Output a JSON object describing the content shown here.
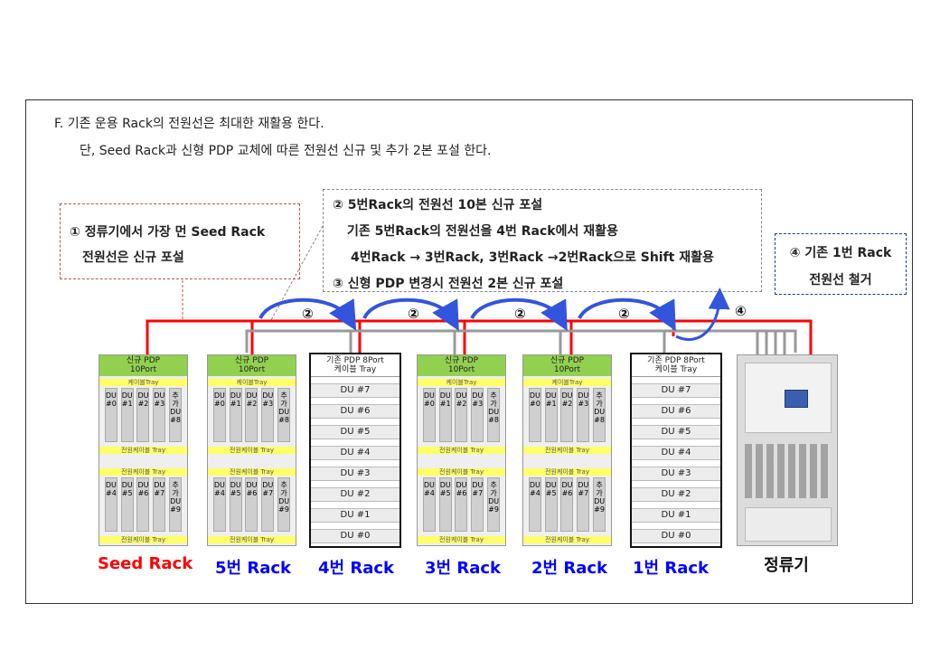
{
  "intro": {
    "line1": "F. 기존 운용 Rack의 전원선은 최대한 재활용 한다.",
    "line2": "단, Seed Rack과  신형 PDP 교체에 따른 전원선 신규 및 추가 2본 포설 한다."
  },
  "notes": {
    "n1_line1": "① 정류기에서 가장 먼 Seed Rack",
    "n1_line2": "전원선은 신규 포설",
    "n2_line1": "② 5번Rack의  전원선 10본 신규 포설",
    "n2_line2": "기존 5번Rack의 전원선을 4번 Rack에서 재활용",
    "n2_line3": "4번Rack → 3번Rack, 3번Rack →2번Rack으로 Shift 재활용",
    "n2_line4": "③ 신형 PDP 변경시 전원선 2본 신규 포설",
    "n4_line1": "④ 기존 1번 Rack",
    "n4_line2": "전원선 철거"
  },
  "steps": [
    "②",
    "②",
    "②",
    "②",
    "④"
  ],
  "new_rack": {
    "head1": "신규 PDP",
    "head2": "10Port",
    "tray_cable": "케이블Tray",
    "tray_power": "전원케이블 Tray",
    "top_du": [
      "DU#0",
      "DU#1",
      "DU#2",
      "DU#3",
      "추가DU#8"
    ],
    "bottom_du": [
      "DU#4",
      "DU#5",
      "DU#6",
      "DU#7",
      "추가DU#9"
    ]
  },
  "old_rack": {
    "head1": "기존 PDP 8Port",
    "head2": "케이블 Tray",
    "slots": [
      "DU #7",
      "DU #6",
      "DU #5",
      "DU #4",
      "DU #3",
      "DU #2",
      "DU #1",
      "DU #0"
    ]
  },
  "labels": {
    "seed": "Seed Rack",
    "r5": "5번 Rack",
    "r4": "4번 Rack",
    "r3": "3번 Rack",
    "r2": "2번 Rack",
    "r1": "1번 Rack",
    "rectifier": "정류기"
  },
  "colors": {
    "red": "#ff0000",
    "blue": "#0000ff",
    "arrow": "#3355dd",
    "green": "#92d050",
    "yellow": "#ffff66"
  }
}
